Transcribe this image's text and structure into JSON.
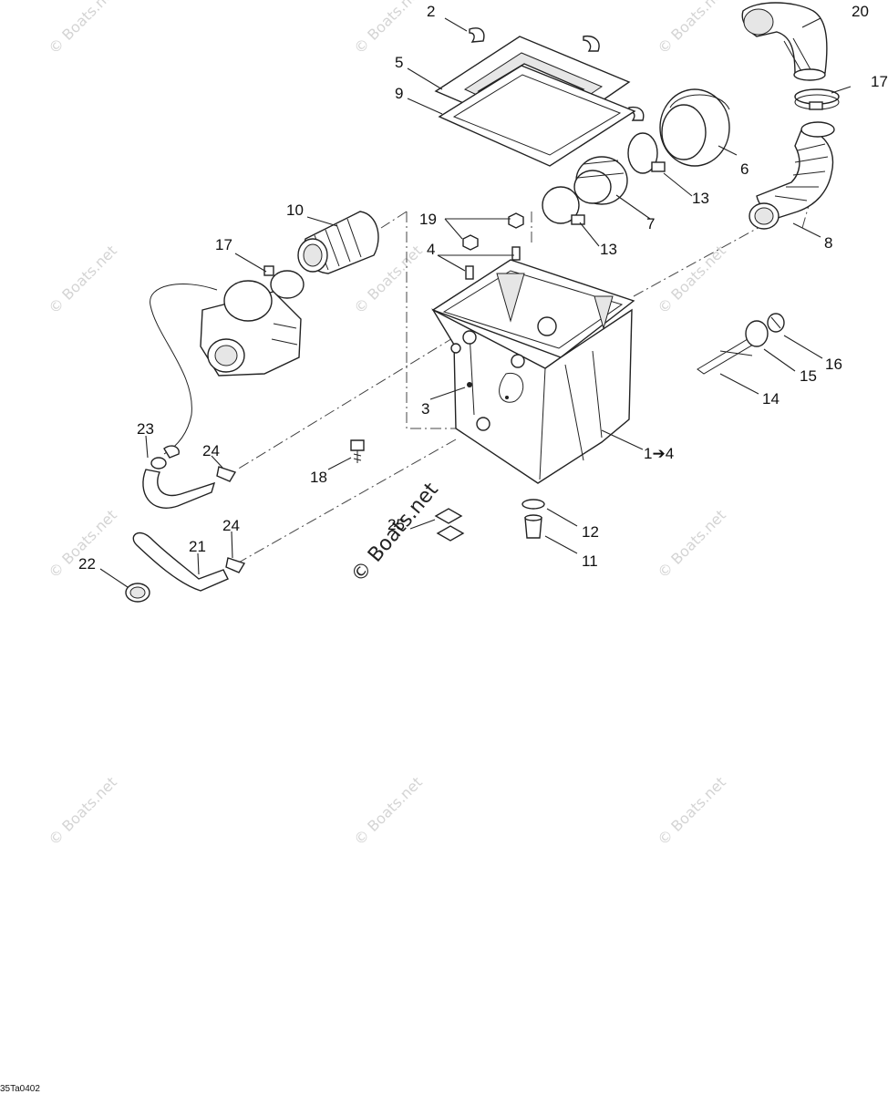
{
  "watermark": {
    "text": "© Boats.net"
  },
  "center_watermark": "© Boats.net",
  "drawing_code": "35Ta0402",
  "callouts": {
    "c1": "1➔4",
    "c2": "2",
    "c3": "3",
    "c4": "4",
    "c5": "5",
    "c6": "6",
    "c7": "7",
    "c8": "8",
    "c9": "9",
    "c10": "10",
    "c11": "11",
    "c12": "12",
    "c13a": "13",
    "c13b": "13",
    "c14": "14",
    "c15": "15",
    "c16": "16",
    "c17a": "17",
    "c17b": "17",
    "c18": "18",
    "c19": "19",
    "c20": "20",
    "c21": "21",
    "c22": "22",
    "c23": "23",
    "c24a": "24",
    "c24b": "24",
    "c25": "25"
  }
}
